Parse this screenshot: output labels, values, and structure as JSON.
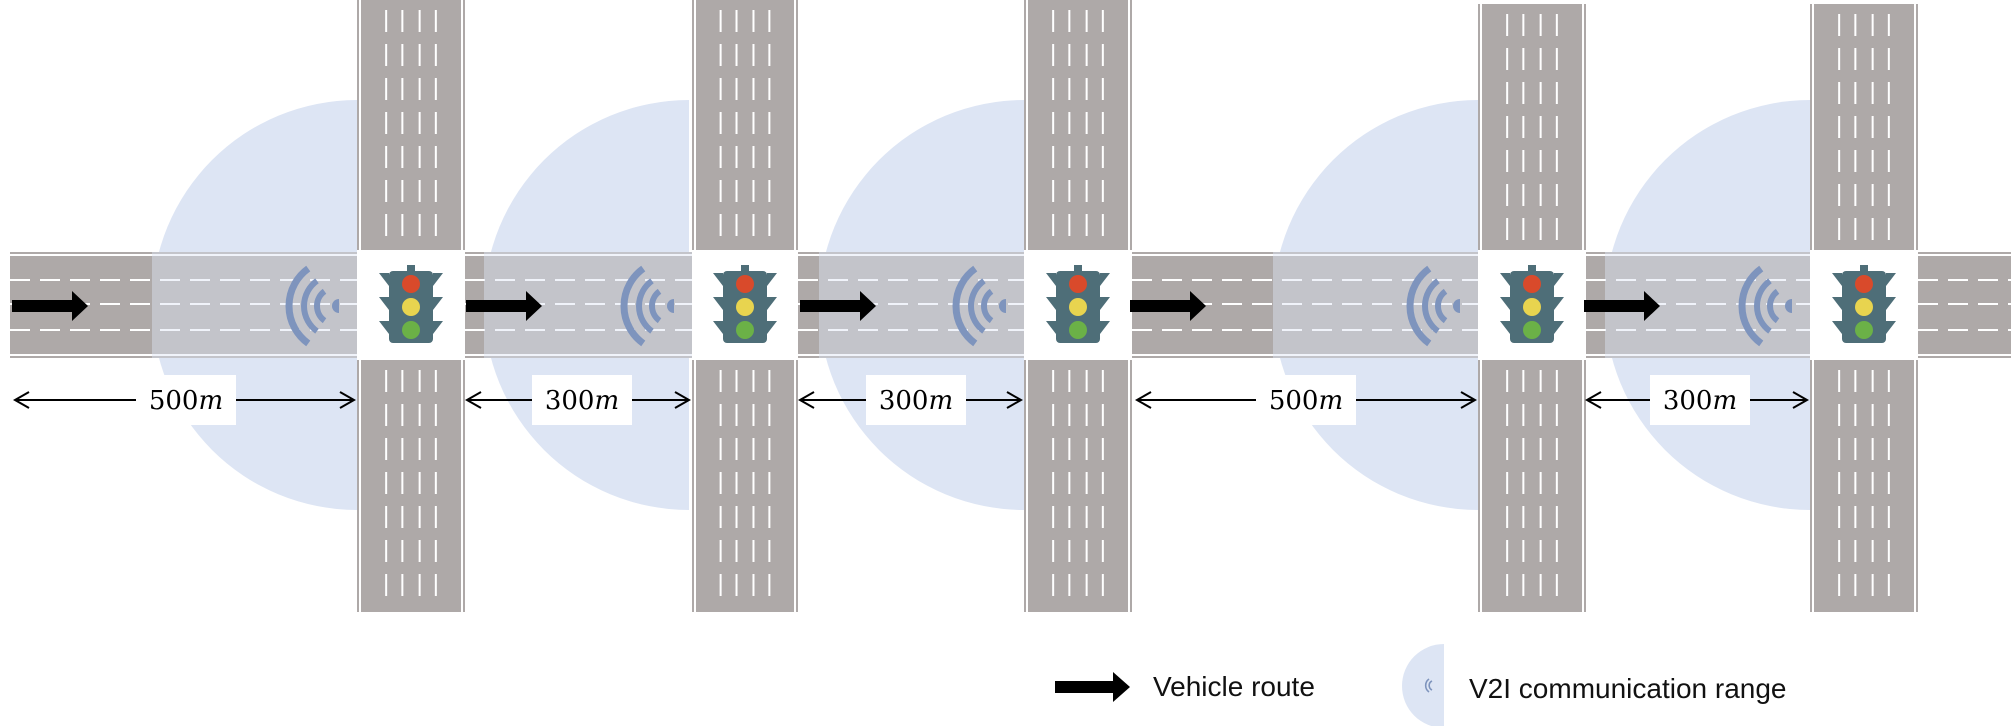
{
  "segments": [
    {
      "distance_label": "500m"
    },
    {
      "distance_label": "300m"
    },
    {
      "distance_label": "300m"
    },
    {
      "distance_label": "500m"
    },
    {
      "distance_label": "300m"
    }
  ],
  "intersections": [
    {
      "icon": "traffic-light-icon"
    },
    {
      "icon": "traffic-light-icon"
    },
    {
      "icon": "traffic-light-icon"
    },
    {
      "icon": "traffic-light-icon"
    },
    {
      "icon": "traffic-light-icon"
    }
  ],
  "legend": {
    "vehicle_route": "Vehicle route",
    "v2i_range": "V2I communication range"
  },
  "colors": {
    "road": "#aea9a8",
    "lane_marking": "#ffffff",
    "v2i_range": "#dde5f4",
    "signal_icon": "#7e94bd",
    "light_housing": "#4e6e78",
    "light_red": "#d94a2b",
    "light_yellow": "#e8d44f",
    "light_green": "#6bb147",
    "arrow": "#000000"
  }
}
